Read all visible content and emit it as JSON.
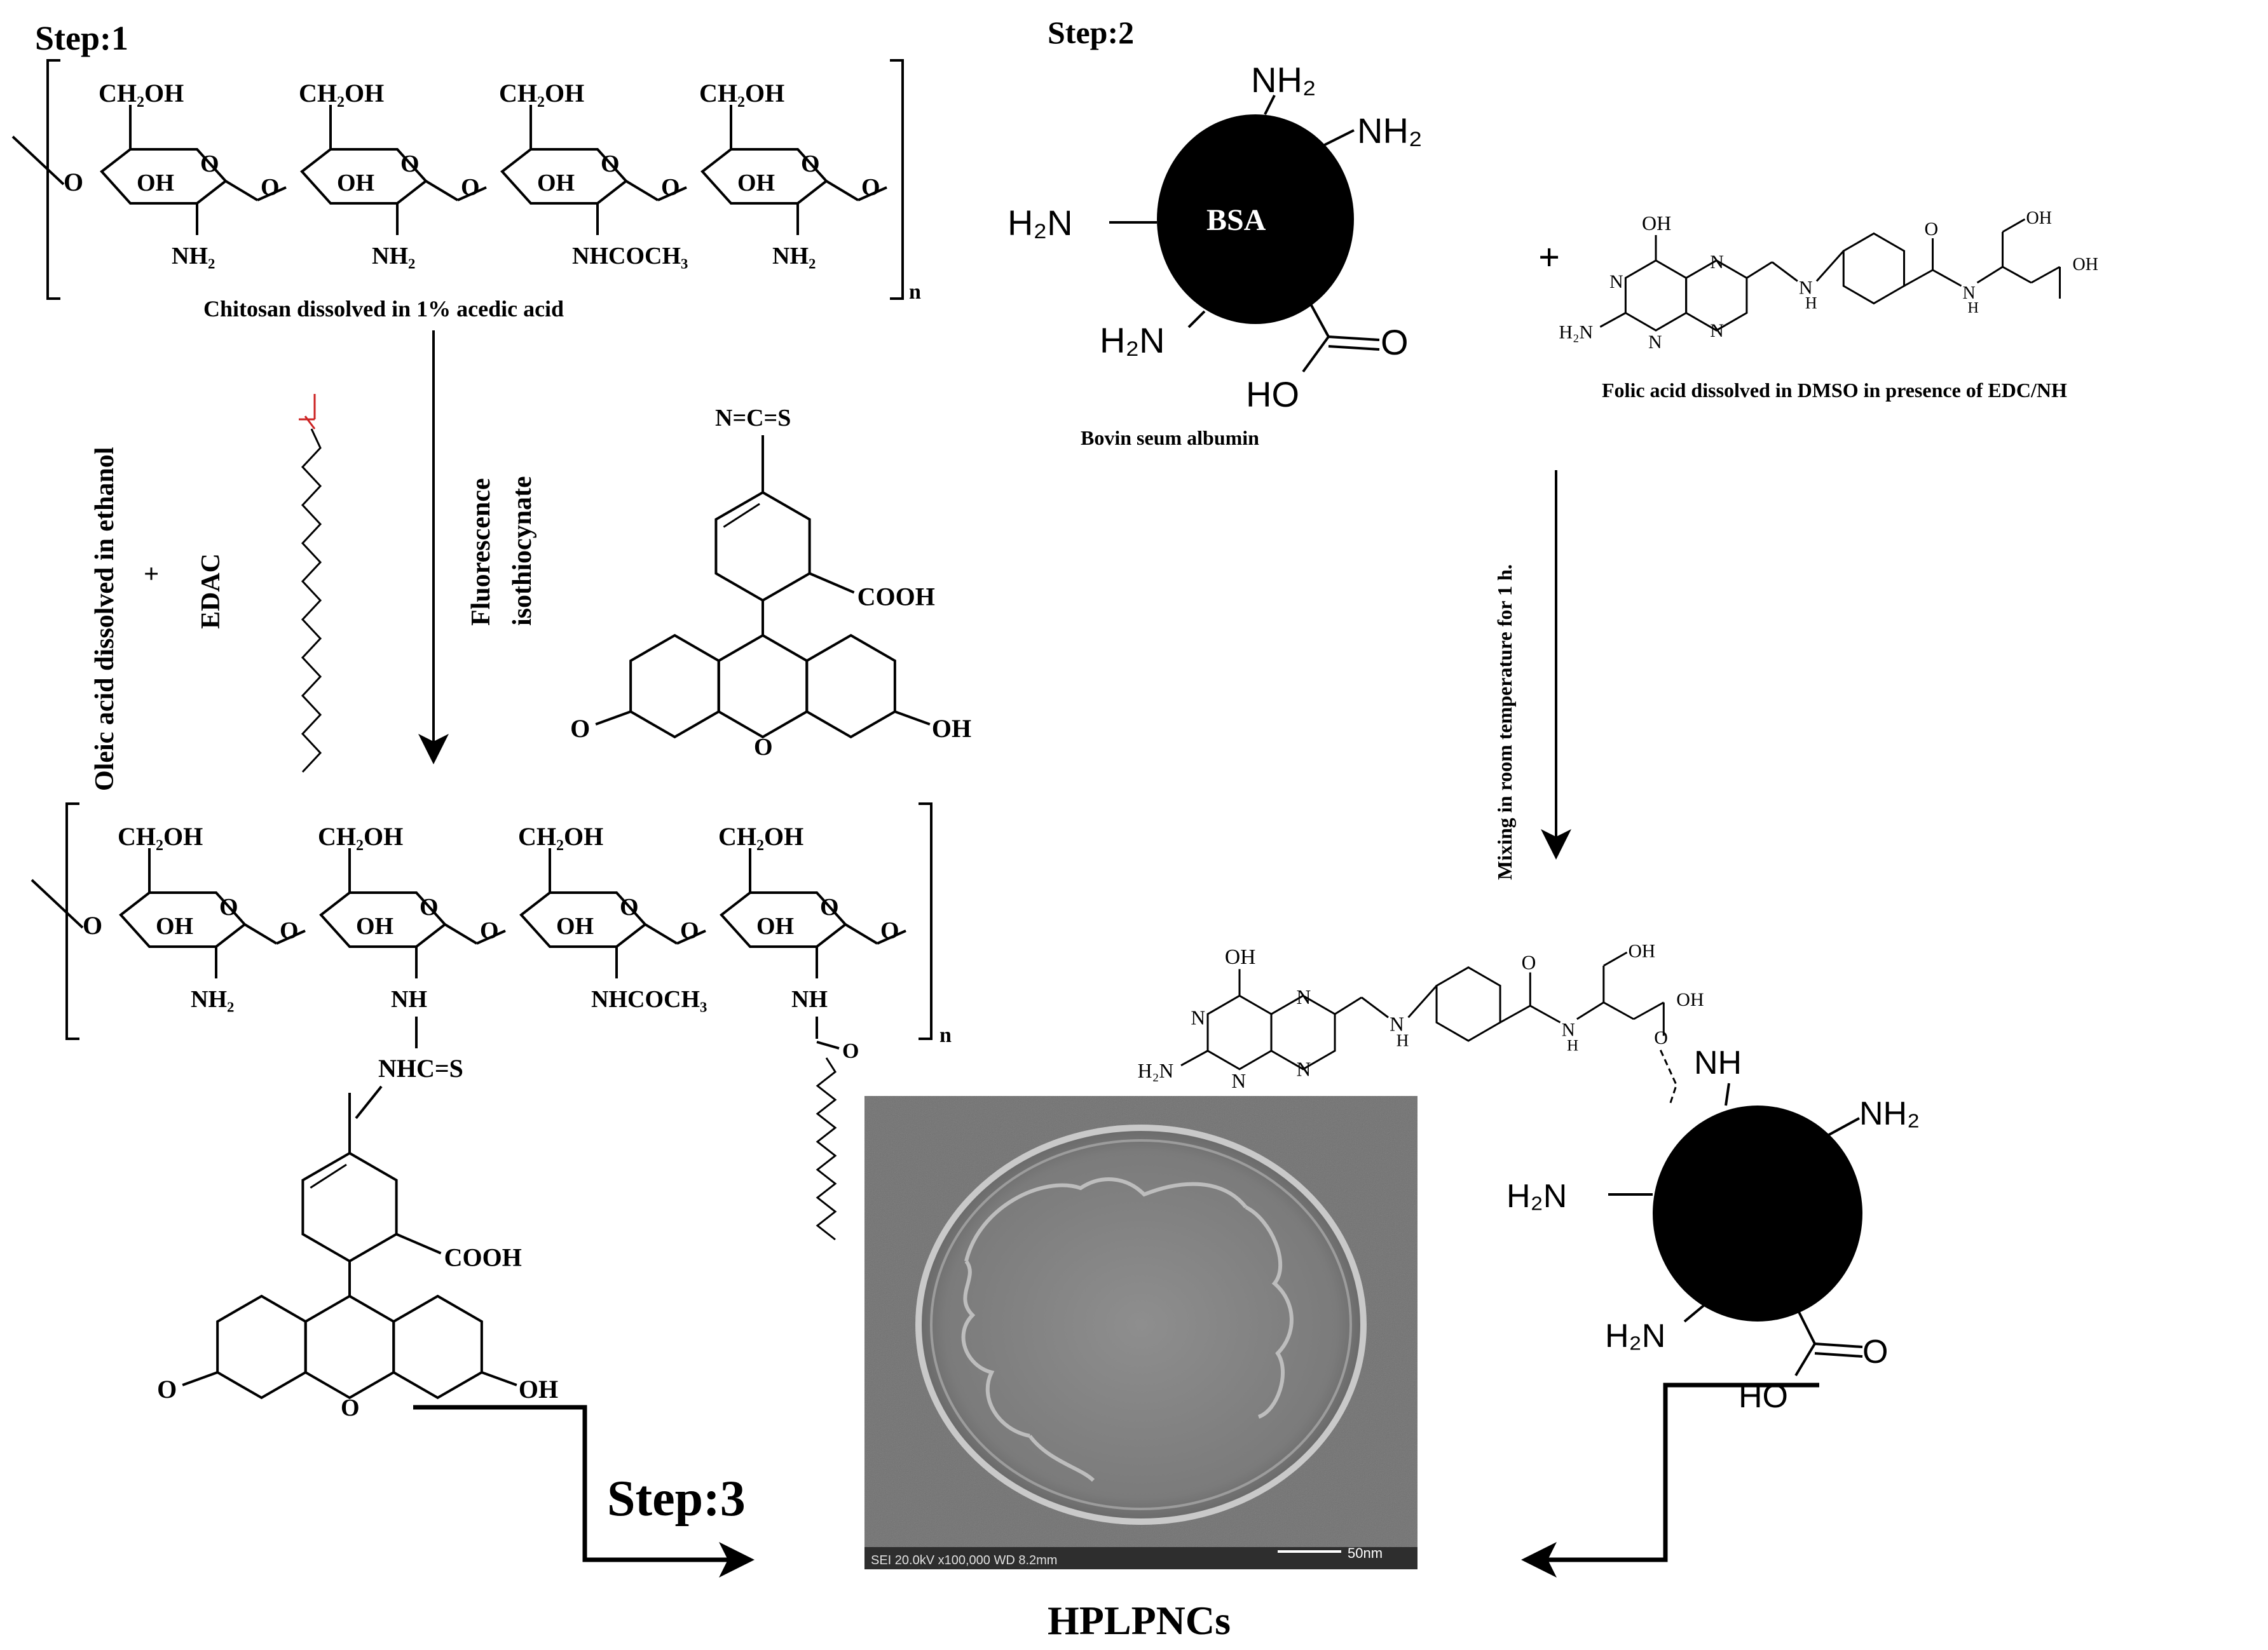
{
  "step1": {
    "label": "Step:1",
    "chitosan": {
      "caption": "Chitosan dissolved in 1% acedic acid",
      "repeat_subscript": "n",
      "units": [
        {
          "top": "CH₂OH",
          "oh": "OH",
          "bottom": "NH₂"
        },
        {
          "top": "CH₂OH",
          "oh": "OH",
          "bottom": "NH₂"
        },
        {
          "top": "CH₂OH",
          "oh": "OH",
          "bottom": "NHCOCH₃"
        },
        {
          "top": "CH₂OH",
          "oh": "OH",
          "bottom": "NH₂"
        }
      ],
      "linker": "O"
    },
    "reagent_left": {
      "line1": "Oleic acid dissolved in ethanol",
      "plus": "+",
      "line2": "EDAC"
    },
    "reagent_right": {
      "line1": "Fluorescence",
      "line2": "isothiocynate"
    },
    "fitc": {
      "top": "N=C=S",
      "acid": "COOH",
      "left": "O",
      "bridge": "O",
      "right": "OH"
    },
    "product": {
      "repeat_subscript": "n",
      "units": [
        {
          "top": "CH₂OH",
          "oh": "OH",
          "bottom": "NH₂"
        },
        {
          "top": "CH₂OH",
          "oh": "OH",
          "bottom": "NH"
        },
        {
          "top": "CH₂OH",
          "oh": "OH",
          "bottom": "NHCOCH₃"
        },
        {
          "top": "CH₂OH",
          "oh": "OH",
          "bottom": "NH"
        }
      ],
      "linker": "O",
      "thiourea": "NHC=S",
      "amide_o": "O",
      "fitc": {
        "acid": "COOH",
        "left": "O",
        "bridge": "O",
        "right": "OH"
      }
    }
  },
  "step2": {
    "label": "Step:2",
    "bsa": {
      "name": "BSA",
      "nh2": "NH₂",
      "h2n": "H₂N",
      "o": "O",
      "ho": "HO",
      "caption": "Bovin seum albumin"
    },
    "plus": "+",
    "folic": {
      "caption": "Folic acid dissolved in DMSO in presence of EDC/NH",
      "oh": "OH",
      "n": "N",
      "nh": "H",
      "h2n": "H₂N",
      "cooh": "OH",
      "o": "O"
    },
    "mixing": "Mixing in room temperature for 1 h.",
    "conjugate": {
      "nh": "NH",
      "nh2": "NH₂",
      "h2n": "H₂N",
      "o": "O",
      "ho": "HO",
      "oh": "OH",
      "n": "N",
      "h": "H",
      "h2n_f": "H₂N"
    }
  },
  "step3": {
    "label": "Step:3",
    "product": "HPLPNCs",
    "micrograph": {
      "scale": "50nm",
      "info": "SEI 20.0kV  x100,000  WD 8.2mm"
    }
  },
  "colors": {
    "ink": "#000000",
    "carboxyl_red": "#cc2222",
    "micrograph_bg": "#6f6f6f"
  }
}
